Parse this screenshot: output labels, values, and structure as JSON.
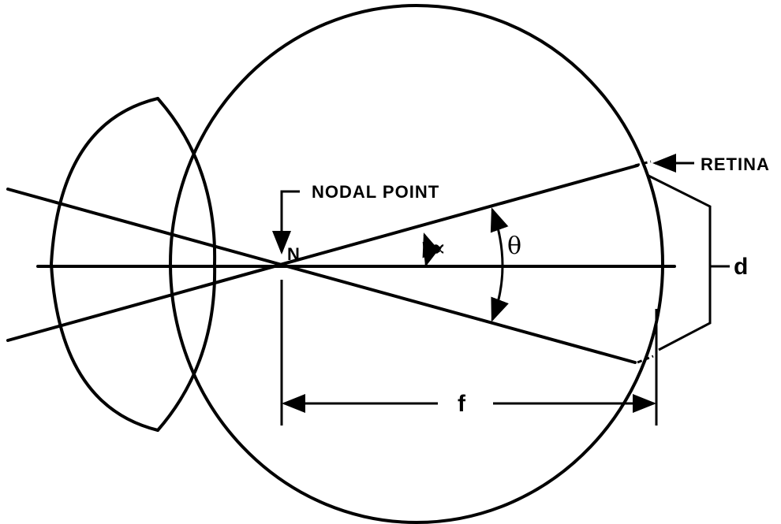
{
  "labels": {
    "retina": "RETINA",
    "nodal_point": "NODAL POINT",
    "n": "N",
    "alpha": "∝",
    "theta": "θ",
    "d": "d",
    "f": "f"
  }
}
